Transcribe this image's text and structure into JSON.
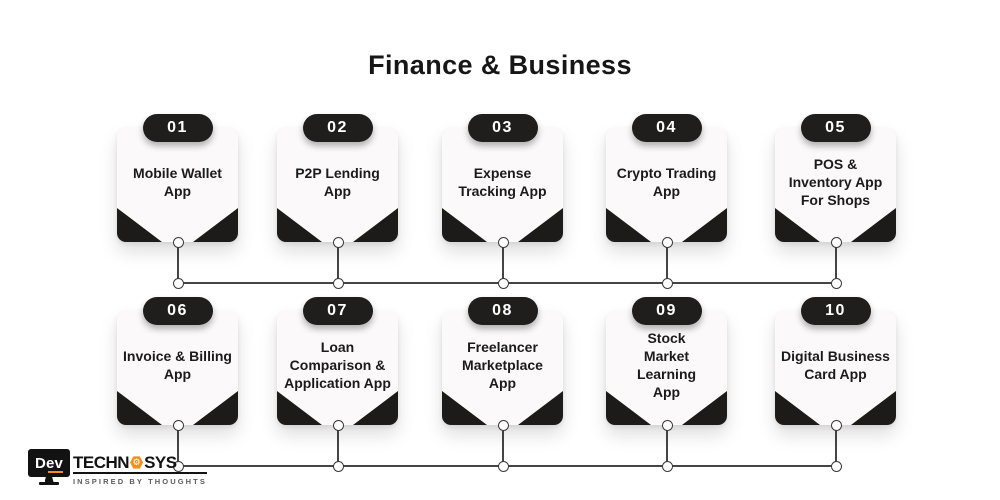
{
  "title": "Finance & Business",
  "cards": [
    {
      "number": "01",
      "lines": "Mobile Wallet\nApp"
    },
    {
      "number": "02",
      "lines": "P2P Lending\nApp"
    },
    {
      "number": "03",
      "lines": "Expense\nTracking App"
    },
    {
      "number": "04",
      "lines": "Crypto Trading\nApp"
    },
    {
      "number": "05",
      "lines": "POS &\nInventory App\nFor Shops"
    },
    {
      "number": "06",
      "lines": "Invoice & Billing\nApp"
    },
    {
      "number": "07",
      "lines": "Loan\nComparison &\nApplication App"
    },
    {
      "number": "08",
      "lines": "Freelancer\nMarketplace\nApp"
    },
    {
      "number": "09",
      "lines": "Stock\nMarket\nLearning\nApp"
    },
    {
      "number": "10",
      "lines": "Digital Business\nCard App"
    }
  ],
  "logo": {
    "monitor_text": "Dev",
    "word_part1": "TECHN",
    "word_part2": "SYS",
    "hex_symbol": "⚙",
    "tagline": "INSPIRED BY THOUGHTS"
  },
  "colors": {
    "dark": "#1d1a1a",
    "card_bg": "#fbf9f9",
    "accent_orange": "#f1901e",
    "line": "#454545",
    "text": "#1b1b1b"
  }
}
